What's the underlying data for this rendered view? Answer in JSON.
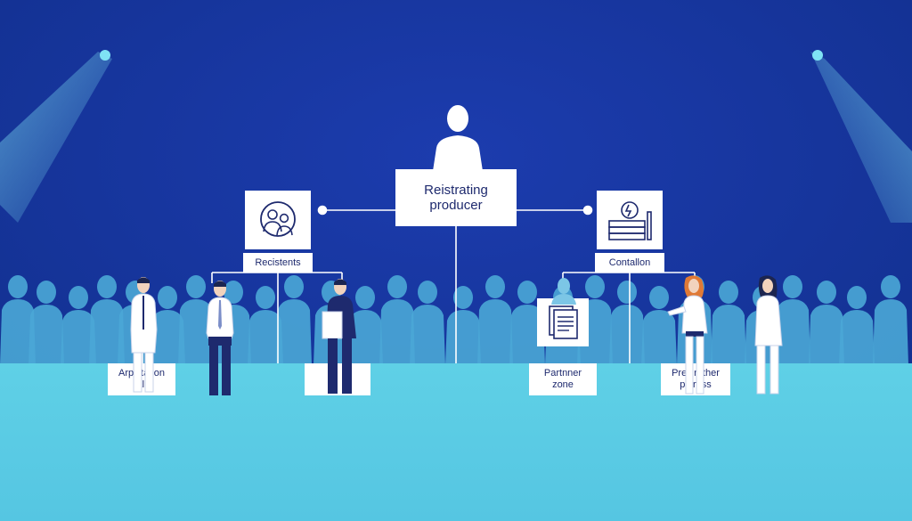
{
  "colors": {
    "background": "#14329a",
    "floor": "#5fcfe4",
    "crowd": "#4aa7d6",
    "connector": "#ffffff",
    "card": "#ffffff",
    "card_text": "#1e2a6e",
    "spotlight": "#7fe3f5"
  },
  "diagram": {
    "root": {
      "lines": [
        "Reistrating",
        "producer"
      ]
    },
    "branches": [
      {
        "label": "Recistents",
        "icon": "people-icon"
      },
      {
        "label": "Contallon",
        "icon": "books-icon"
      }
    ],
    "leaves": [
      {
        "lines": [
          "Arpictation",
          "all"
        ]
      },
      {
        "lines": [
          ""
        ]
      },
      {
        "lines": [
          "Partnner",
          "zone"
        ],
        "icon": "documents-icon"
      },
      {
        "lines": [
          "Presirather",
          "polress"
        ]
      }
    ]
  },
  "figures": [
    "person-suit-left",
    "person-shirt-tie",
    "person-holding-paper",
    "person-center-top",
    "person-woman-red-hair",
    "person-woman-dark-hair"
  ]
}
